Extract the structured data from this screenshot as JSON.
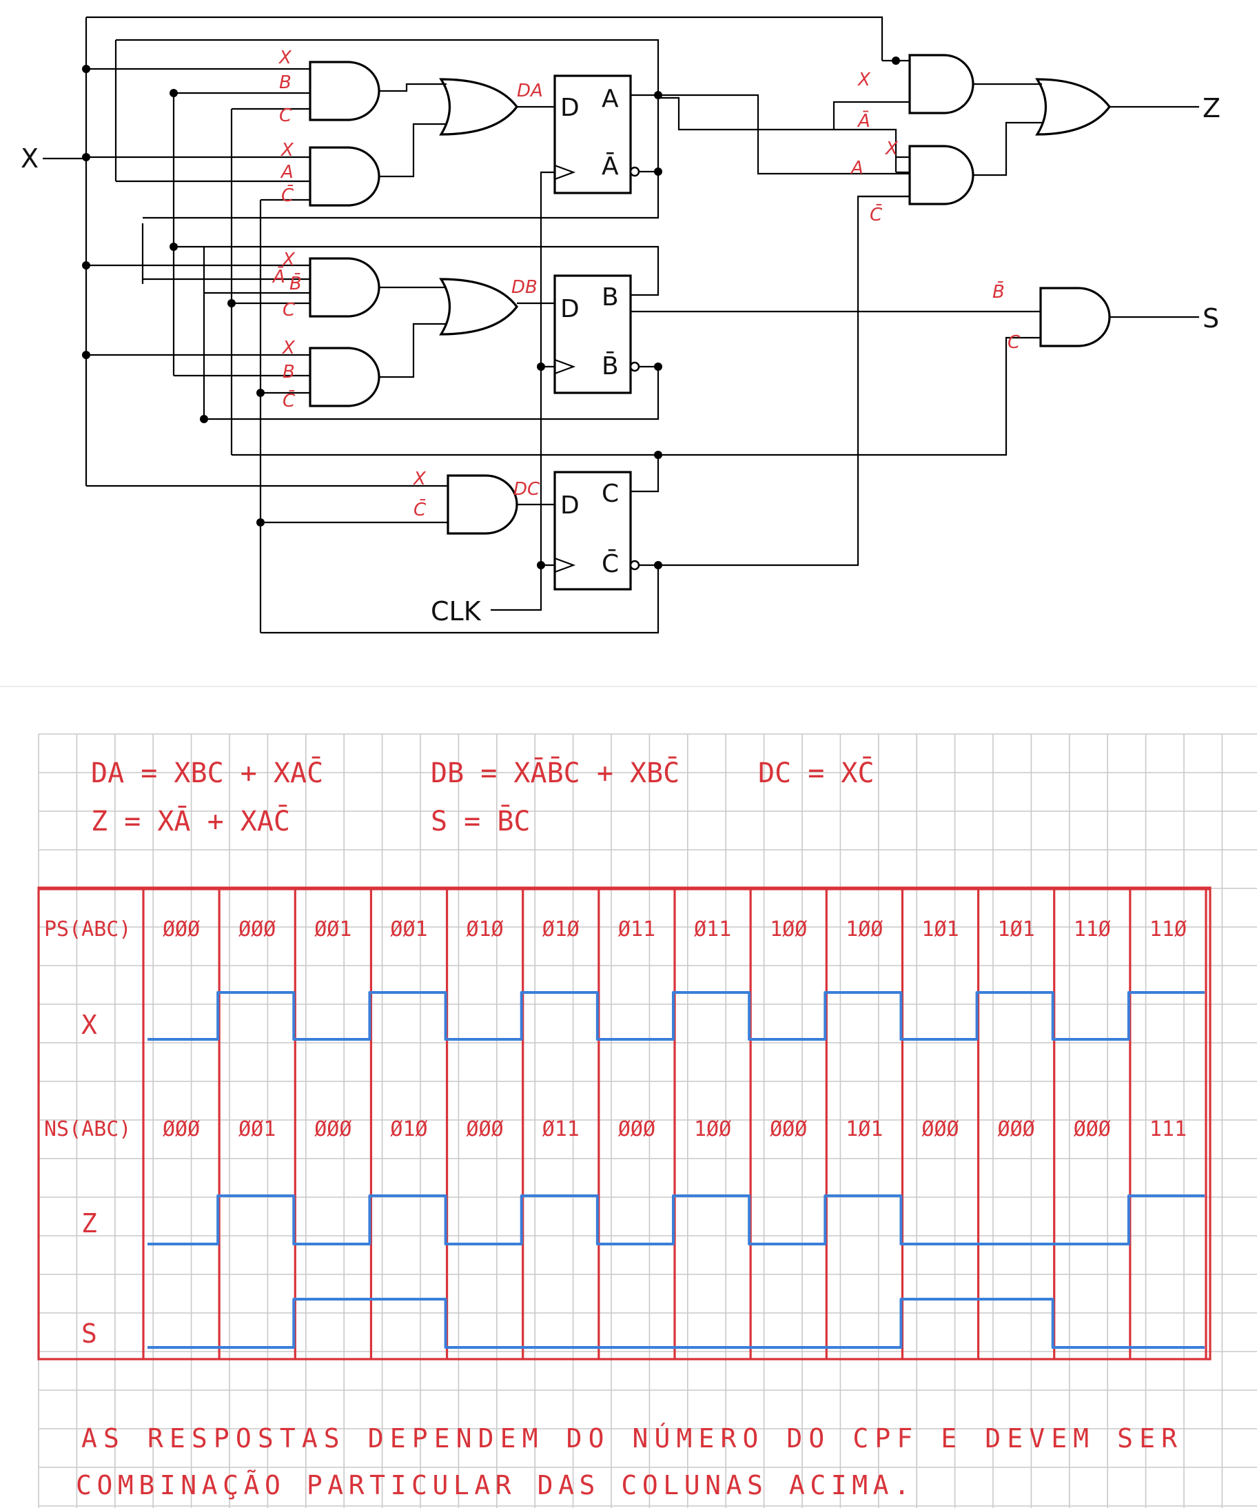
{
  "circuit": {
    "input_label": "X",
    "clock_label": "CLK",
    "outputs": [
      "Z",
      "S"
    ],
    "flipflops": [
      {
        "d": "D",
        "q": "A",
        "qbar": "Ā",
        "d_annot": "DA"
      },
      {
        "d": "D",
        "q": "B",
        "qbar": "B̄",
        "d_annot": "DB"
      },
      {
        "d": "D",
        "q": "C",
        "qbar": "C̄",
        "d_annot": "DC"
      }
    ],
    "gate_inputs": {
      "and1": [
        "X",
        "B",
        "C"
      ],
      "and2": [
        "X",
        "A",
        "C̄"
      ],
      "and3": [
        "X",
        "Ā",
        "B̄",
        "C"
      ],
      "and4": [
        "X",
        "B",
        "C̄"
      ],
      "and5": [
        "X",
        "C̄"
      ],
      "and6": [
        "X",
        "Ā"
      ],
      "and7": [
        "A",
        "X",
        "C̄"
      ],
      "and8": [
        "B̄",
        "C"
      ]
    }
  },
  "equations": {
    "da": "DA = XBC + XAC̄",
    "db": "DB = XĀB̄C + XBC̄",
    "dc": "DC = XC̄",
    "z": "Z = XĀ + XAC̄",
    "s": "S = B̄C"
  },
  "table": {
    "ps_label": "PS(ABC)",
    "x_label": "X",
    "ns_label": "NS(ABC)",
    "z_label": "Z",
    "s_label": "S",
    "ps": [
      "ØØØ",
      "ØØØ",
      "ØØ1",
      "ØØ1",
      "Ø1Ø",
      "Ø1Ø",
      "Ø11",
      "Ø11",
      "1ØØ",
      "1ØØ",
      "1Ø1",
      "1Ø1",
      "11Ø",
      "11Ø"
    ],
    "x": [
      0,
      1,
      0,
      1,
      0,
      1,
      0,
      1,
      0,
      1,
      0,
      1,
      0,
      1
    ],
    "ns": [
      "ØØØ",
      "ØØ1",
      "ØØØ",
      "Ø1Ø",
      "ØØØ",
      "Ø11",
      "ØØØ",
      "1ØØ",
      "ØØØ",
      "1Ø1",
      "ØØØ",
      "ØØØ",
      "ØØØ",
      "111"
    ],
    "z": [
      0,
      1,
      0,
      1,
      0,
      1,
      0,
      1,
      0,
      1,
      0,
      0,
      0,
      1
    ],
    "s": [
      0,
      0,
      1,
      1,
      0,
      0,
      0,
      0,
      0,
      0,
      1,
      1,
      0,
      0
    ]
  },
  "note": {
    "line1": "AS RESPOSTAS DEPENDEM DO NÚMERO DO CPF E DEVEM SER",
    "line2": "COMBINAÇÃO PARTICULAR DAS COLUNAS ACIMA."
  },
  "colors": {
    "annotation": "#d8333a",
    "waveform": "#3b7fd9",
    "grid": "#c9c9c9"
  }
}
